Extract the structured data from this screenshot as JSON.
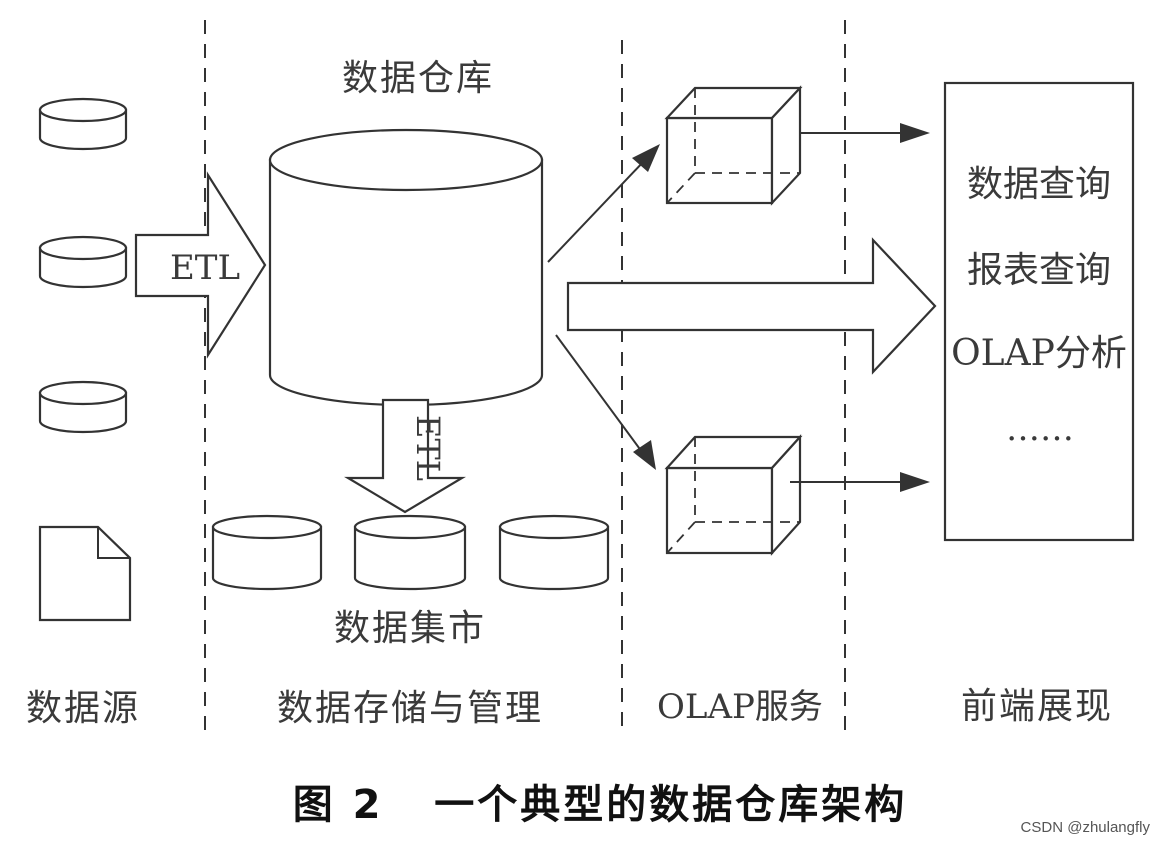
{
  "columns": {
    "sources": "数据源",
    "storage": "数据存储与管理",
    "olap": "OLAP服务",
    "frontend": "前端展现"
  },
  "warehouse": {
    "title": "数据仓库",
    "etl_in": "ETL",
    "etl_down": "ETL"
  },
  "datamart_label": "数据集市",
  "frontend_items": [
    "数据查询",
    "报表查询",
    "OLAP分析",
    "……"
  ],
  "caption": "图 2   一个典型的数据仓库架构",
  "watermark": "CSDN @zhulangfly"
}
